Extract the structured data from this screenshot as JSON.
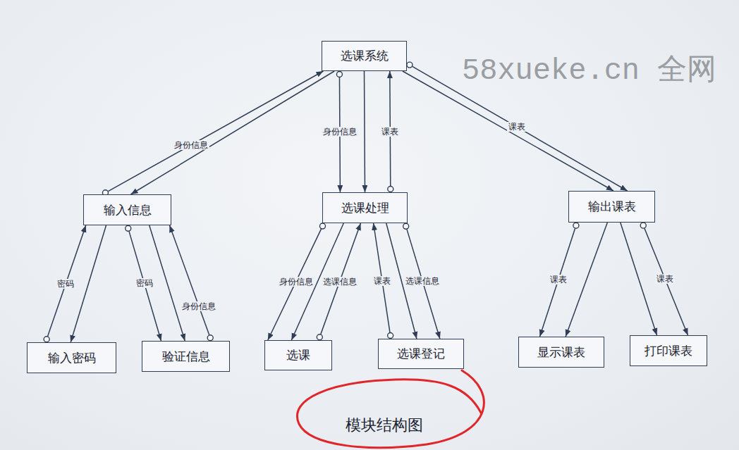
{
  "diagram": {
    "caption": "模块结构图",
    "nodes": [
      {
        "text": [
          "选课系统"
        ]
      },
      {
        "text": [
          "输入信息"
        ]
      },
      {
        "text": [
          "选课处理"
        ]
      },
      {
        "text": [
          "输出课表"
        ]
      },
      {
        "text": [
          "输入密码"
        ]
      },
      {
        "text": [
          "验证信息"
        ]
      },
      {
        "text": [
          "选课"
        ]
      },
      {
        "text": [
          "选课登记"
        ]
      },
      {
        "text": [
          "显示课表"
        ]
      },
      {
        "text": [
          "打印课表"
        ]
      }
    ],
    "edges": [
      {
        "from": 0,
        "to": 1,
        "arrow": "to"
      },
      {
        "from": 0,
        "to": 2,
        "arrow": "to"
      },
      {
        "from": 0,
        "to": 3,
        "arrow": "to"
      },
      {
        "from": 1,
        "to": 4,
        "arrow": "to"
      },
      {
        "from": 1,
        "to": 5,
        "arrow": "to"
      },
      {
        "from": 2,
        "to": 6,
        "arrow": "to"
      },
      {
        "from": 2,
        "to": 7,
        "arrow": "to"
      },
      {
        "from": 3,
        "to": 8,
        "arrow": "to"
      },
      {
        "from": 3,
        "to": 9,
        "arrow": "to"
      },
      {
        "from": 1,
        "to": 0,
        "label": "身份信息",
        "arrow": "to"
      },
      {
        "from": 0,
        "to": 2,
        "label": "身份信息",
        "arrow": "to"
      },
      {
        "from": 2,
        "to": 0,
        "label": "课表",
        "arrow": "to"
      },
      {
        "from": 0,
        "to": 3,
        "label": "课表",
        "arrow": "to"
      },
      {
        "from": 4,
        "to": 1,
        "label": "密码",
        "arrow": "to"
      },
      {
        "from": 1,
        "to": 5,
        "label": "密码",
        "arrow": "to"
      },
      {
        "from": 5,
        "to": 1,
        "label": "身份信息",
        "arrow": "to"
      },
      {
        "from": 2,
        "to": 6,
        "label": "身份信息",
        "arrow": "to"
      },
      {
        "from": 6,
        "to": 2,
        "label": "选课信息",
        "arrow": "to"
      },
      {
        "from": 7,
        "to": 2,
        "label": "课表",
        "arrow": "to"
      },
      {
        "from": 2,
        "to": 7,
        "label": "选课信息",
        "arrow": "to"
      },
      {
        "from": 3,
        "to": 8,
        "label": "课表",
        "arrow": "to"
      },
      {
        "from": 3,
        "to": 9,
        "label": "课表",
        "arrow": "to"
      }
    ],
    "labels": [
      "58xueke.cn 全网"
    ]
  }
}
